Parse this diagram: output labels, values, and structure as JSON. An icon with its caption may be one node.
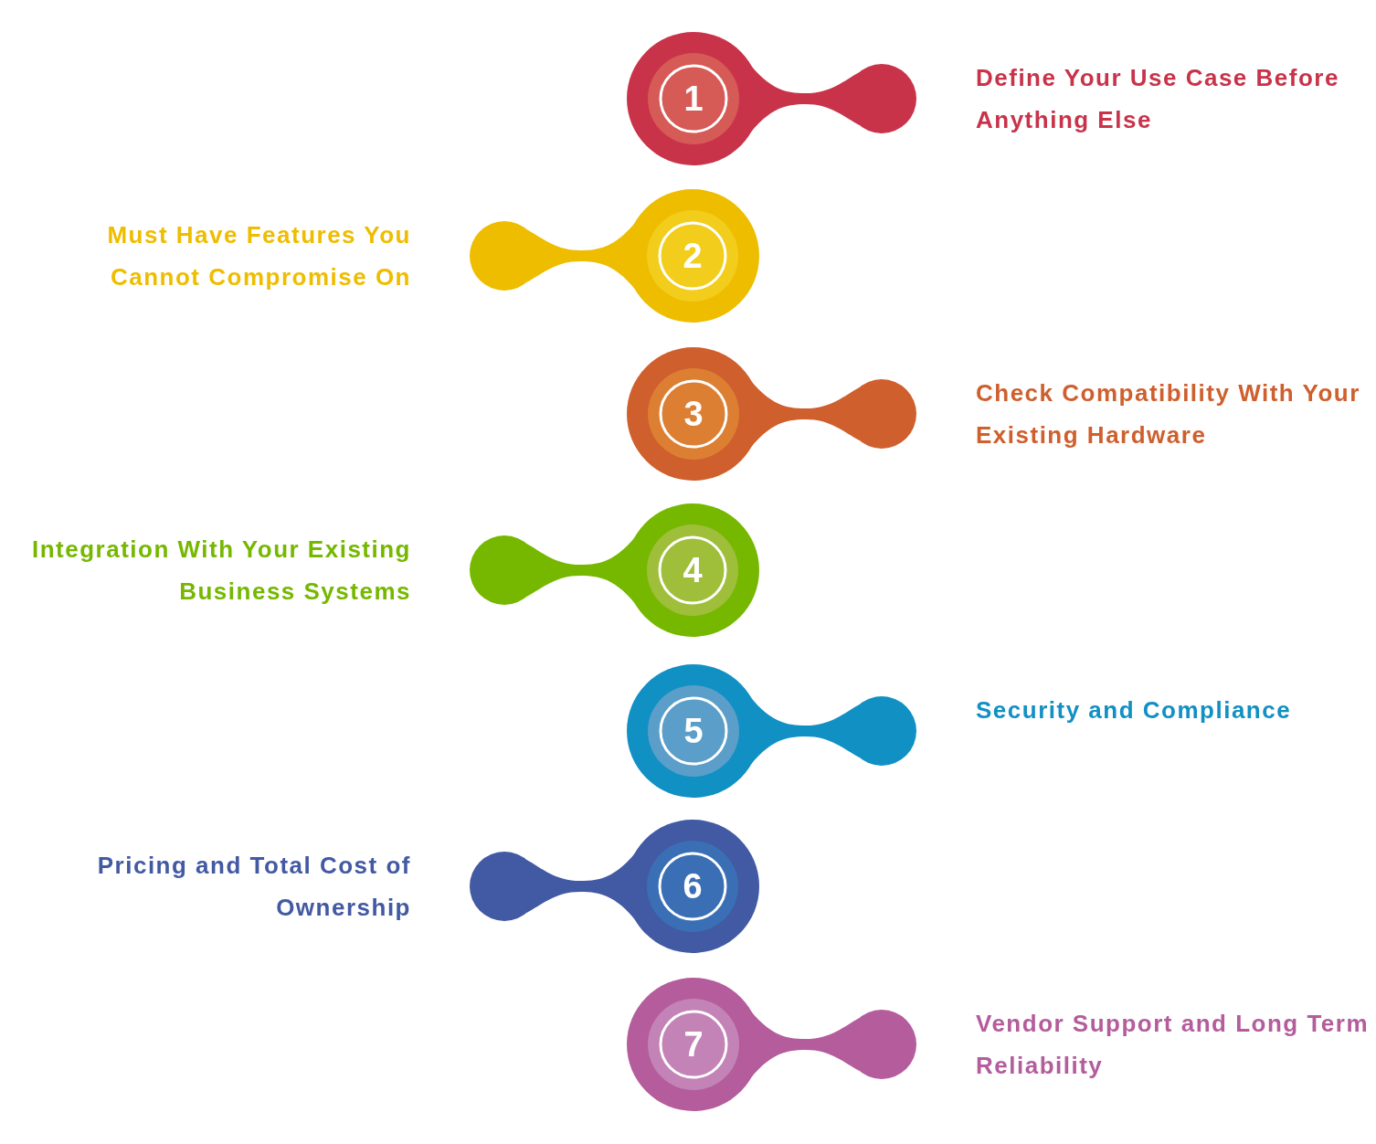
{
  "diagram": {
    "nodes": [
      {
        "text": [
          "1"
        ],
        "beside": [
          "Define Your Use Case Before Anything Else"
        ]
      },
      {
        "text": [
          "2"
        ],
        "beside": [
          "Must Have Features You Cannot Compromise On"
        ]
      },
      {
        "text": [
          "3"
        ],
        "beside": [
          "Check Compatibility With Your Existing Hardware"
        ]
      },
      {
        "text": [
          "4"
        ],
        "beside": [
          "Integration With Your Existing Business Systems"
        ]
      },
      {
        "text": [
          "5"
        ],
        "beside": [
          "Security and Compliance"
        ]
      },
      {
        "text": [
          "6"
        ],
        "beside": [
          "Pricing and Total Cost of Ownership"
        ]
      },
      {
        "text": [
          "7"
        ],
        "beside": [
          "Vendor Support and Long Term Reliability"
        ]
      }
    ]
  }
}
